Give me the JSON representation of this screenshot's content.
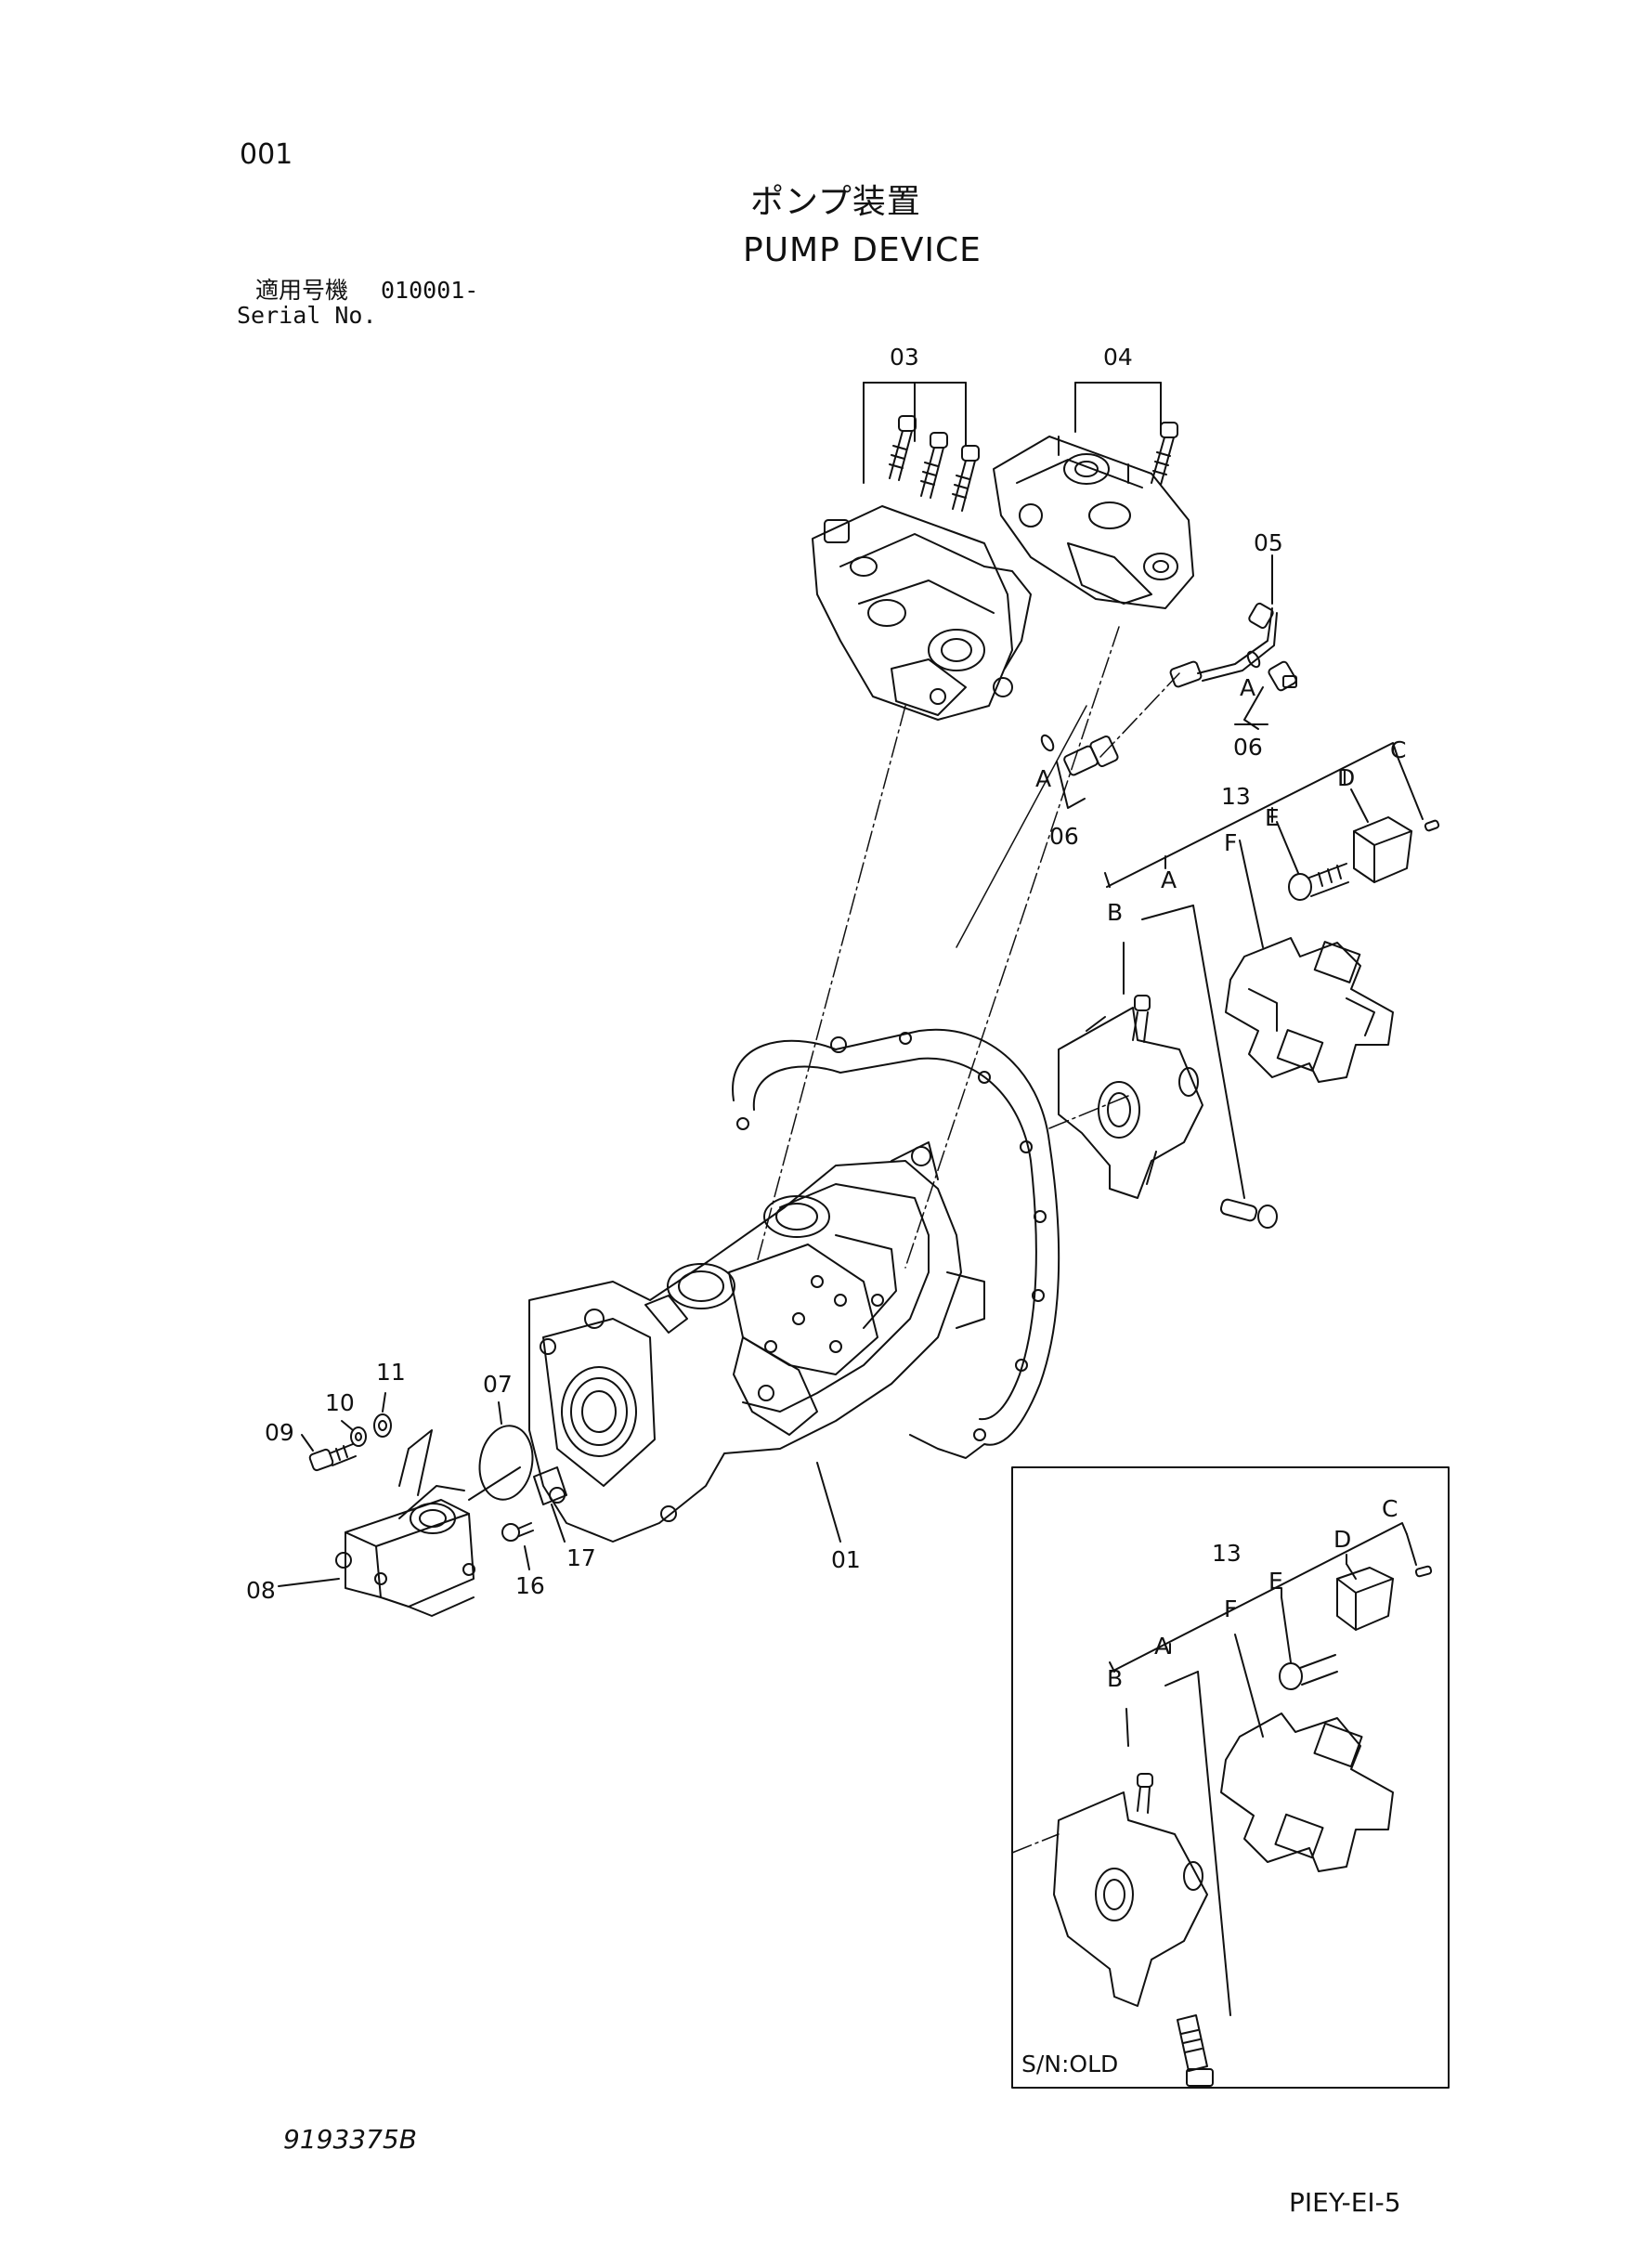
{
  "header": {
    "page_number": "001",
    "title_jp": "ポンプ装置",
    "title_en": "PUMP DEVICE",
    "serial_label_jp": "適用号機",
    "serial_value": "010001-",
    "serial_label_en": "Serial No."
  },
  "callouts": {
    "c03": "03",
    "c04": "04",
    "c05": "05",
    "c06a": "06",
    "c06b": "06",
    "c13": "13",
    "cA1": "A",
    "cA2": "A",
    "cA3": "A",
    "cB": "B",
    "cC": "C",
    "cD": "D",
    "cE": "E",
    "cF": "F",
    "c07": "07",
    "c08": "08",
    "c09": "09",
    "c10": "10",
    "c11": "11",
    "c16": "16",
    "c17": "17",
    "c01": "01"
  },
  "inset": {
    "label": "S/N:OLD",
    "c13": "13",
    "cA": "A",
    "cB": "B",
    "cC": "C",
    "cD": "D",
    "cE": "E",
    "cF": "F"
  },
  "footer": {
    "drawing_no": "9193375B",
    "page_ref": "PIEY-EI-5"
  }
}
